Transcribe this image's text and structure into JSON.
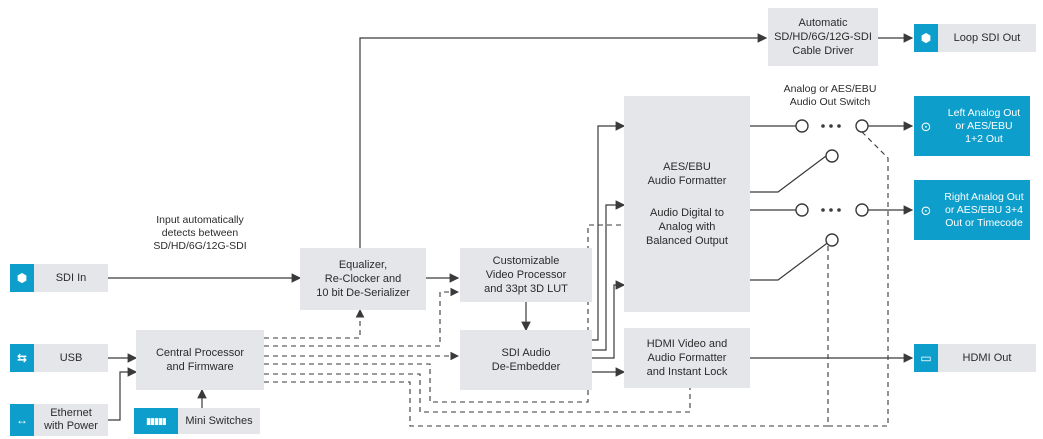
{
  "inputs": {
    "sdi_in": "SDI In",
    "usb": "USB",
    "ethernet": "Ethernet\nwith Power"
  },
  "note_input": "Input automatically\ndetects between\nSD/HD/6G/12G-SDI",
  "note_switch": "Analog or AES/EBU\nAudio Out Switch",
  "blocks": {
    "cable_driver": "Automatic\nSD/HD/6G/12G-SDI\nCable Driver",
    "equalizer": "Equalizer,\nRe-Clocker and\n10 bit De-Serializer",
    "video_processor": "Customizable\nVideo Processor\nand 33pt 3D LUT",
    "audio_formatter_title": "AES/EBU\nAudio Formatter",
    "audio_formatter_sub": "Audio Digital to\nAnalog with\nBalanced Output",
    "sdi_audio": "SDI Audio\nDe-Embedder",
    "hdmi_formatter": "HDMI Video and\nAudio Formatter\nand Instant Lock",
    "central_processor": "Central Processor\nand Firmware",
    "mini_switches": "Mini Switches"
  },
  "outputs": {
    "loop_sdi": "Loop SDI Out",
    "left_analog": "Left Analog Out\nor AES/EBU\n1+2 Out",
    "right_analog": "Right Analog Out\nor AES/EBU 3+4\nOut or Timecode",
    "hdmi_out": "HDMI Out"
  },
  "icons": {
    "sdi": "sdi-connector-icon",
    "usb": "usb-icon",
    "ethernet": "ethernet-icon",
    "xlr": "xlr-connector-icon",
    "hdmi": "hdmi-connector-icon",
    "switches": "dip-switch-icon"
  },
  "colors": {
    "accent": "#0e9ecb",
    "block": "#e4e6ea",
    "line": "#3a3a3a"
  }
}
